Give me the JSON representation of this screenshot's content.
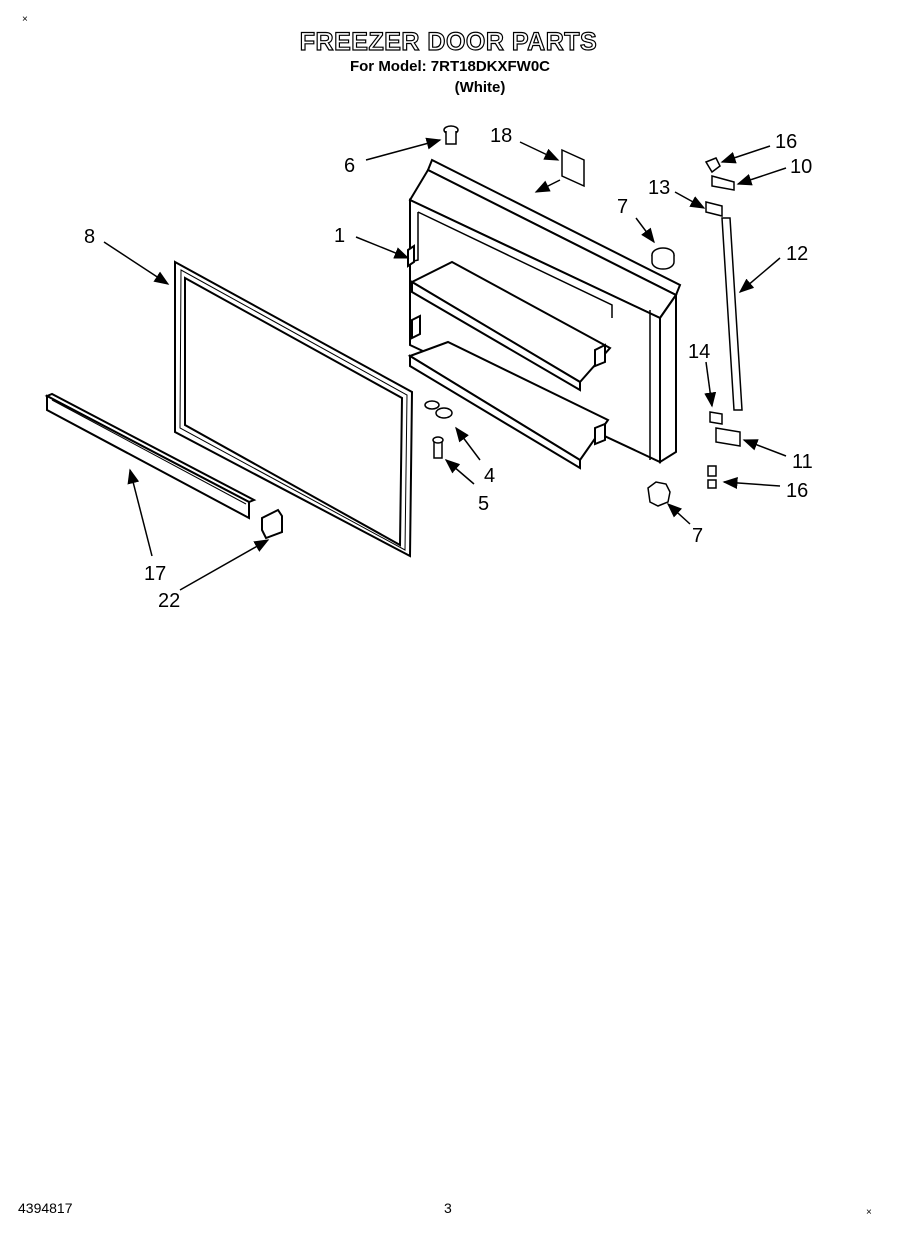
{
  "header": {
    "title": "FREEZER DOOR PARTS",
    "model_line": "For Model: 7RT18DKXFW0C",
    "color_line": "(White)"
  },
  "footer": {
    "doc_number": "4394817",
    "page_number": "3"
  },
  "callouts": [
    "1",
    "4",
    "5",
    "6",
    "7",
    "7",
    "8",
    "10",
    "11",
    "12",
    "13",
    "14",
    "16",
    "16",
    "17",
    "18",
    "22"
  ]
}
